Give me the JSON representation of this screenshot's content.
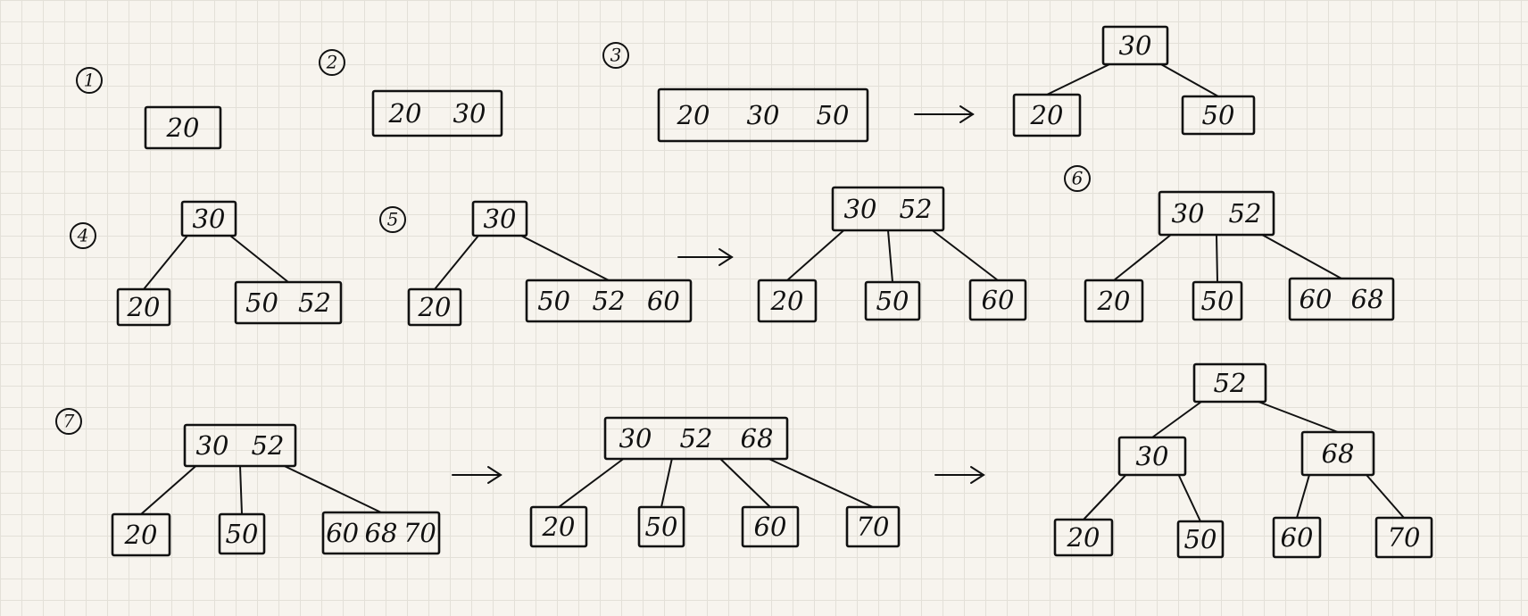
{
  "diagram": {
    "steps": [
      {
        "label": "1",
        "stages": [
          {
            "nodes": [
              {
                "keys": [
                  "20"
                ]
              }
            ]
          }
        ]
      },
      {
        "label": "2",
        "stages": [
          {
            "nodes": [
              {
                "keys": [
                  "20",
                  "30"
                ]
              }
            ]
          }
        ]
      },
      {
        "label": "3",
        "stages": [
          {
            "nodes": [
              {
                "keys": [
                  "20",
                  "30",
                  "50"
                ]
              }
            ]
          },
          {
            "nodes": [
              {
                "keys": [
                  "30"
                ]
              },
              {
                "keys": [
                  "20"
                ]
              },
              {
                "keys": [
                  "50"
                ]
              }
            ]
          }
        ]
      },
      {
        "label": "4",
        "stages": [
          {
            "nodes": [
              {
                "keys": [
                  "30"
                ]
              },
              {
                "keys": [
                  "20"
                ]
              },
              {
                "keys": [
                  "50",
                  "52"
                ]
              }
            ]
          }
        ]
      },
      {
        "label": "5",
        "stages": [
          {
            "nodes": [
              {
                "keys": [
                  "30"
                ]
              },
              {
                "keys": [
                  "20"
                ]
              },
              {
                "keys": [
                  "50",
                  "52",
                  "60"
                ]
              }
            ]
          },
          {
            "nodes": [
              {
                "keys": [
                  "30",
                  "52"
                ]
              },
              {
                "keys": [
                  "20"
                ]
              },
              {
                "keys": [
                  "50"
                ]
              },
              {
                "keys": [
                  "60"
                ]
              }
            ]
          }
        ]
      },
      {
        "label": "6",
        "stages": [
          {
            "nodes": [
              {
                "keys": [
                  "30",
                  "52"
                ]
              },
              {
                "keys": [
                  "20"
                ]
              },
              {
                "keys": [
                  "50"
                ]
              },
              {
                "keys": [
                  "60",
                  "68"
                ]
              }
            ]
          }
        ]
      },
      {
        "label": "7",
        "stages": [
          {
            "nodes": [
              {
                "keys": [
                  "30",
                  "52"
                ]
              },
              {
                "keys": [
                  "20"
                ]
              },
              {
                "keys": [
                  "50"
                ]
              },
              {
                "keys": [
                  "60",
                  "68",
                  "70"
                ]
              }
            ]
          },
          {
            "nodes": [
              {
                "keys": [
                  "30",
                  "52",
                  "68"
                ]
              },
              {
                "keys": [
                  "20"
                ]
              },
              {
                "keys": [
                  "50"
                ]
              },
              {
                "keys": [
                  "60"
                ]
              },
              {
                "keys": [
                  "70"
                ]
              }
            ]
          },
          {
            "nodes": [
              {
                "keys": [
                  "52"
                ]
              },
              {
                "keys": [
                  "30"
                ]
              },
              {
                "keys": [
                  "68"
                ]
              },
              {
                "keys": [
                  "20"
                ]
              },
              {
                "keys": [
                  "50"
                ]
              },
              {
                "keys": [
                  "60"
                ]
              },
              {
                "keys": [
                  "70"
                ]
              }
            ]
          }
        ]
      }
    ]
  }
}
